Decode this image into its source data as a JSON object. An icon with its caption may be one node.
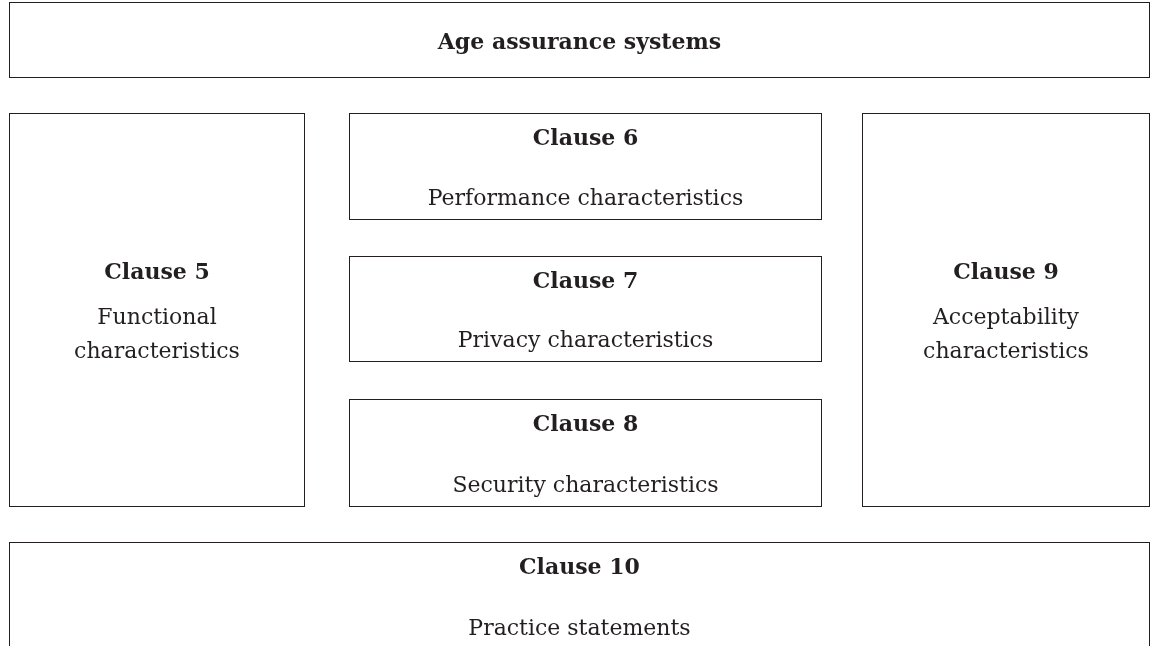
{
  "diagram": {
    "nodes": [
      {
        "text": [
          "Age assurance systems"
        ]
      },
      {
        "text": [
          "Clause 5",
          "Functional characteristics"
        ]
      },
      {
        "text": [
          "Clause 6",
          "Performance characteristics"
        ]
      },
      {
        "text": [
          "Clause 7",
          "Privacy characteristics"
        ]
      },
      {
        "text": [
          "Clause 8",
          "Security characteristics"
        ]
      },
      {
        "text": [
          "Clause 9",
          "Acceptability characteristics"
        ]
      },
      {
        "text": [
          "Clause 10",
          "Practice statements"
        ]
      }
    ]
  }
}
